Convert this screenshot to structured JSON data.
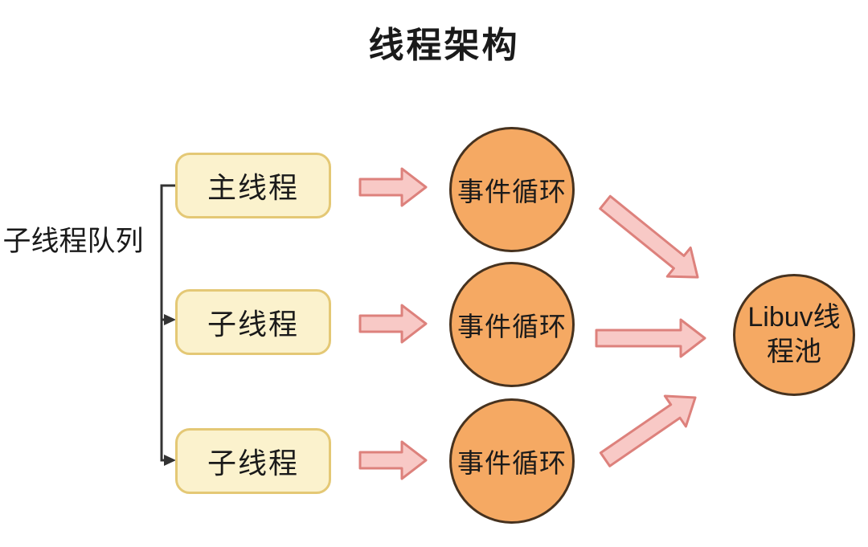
{
  "title": "线程架构",
  "queue_label": "子线程队列",
  "threads": [
    {
      "label": "主线程"
    },
    {
      "label": "子线程"
    },
    {
      "label": "子线程"
    }
  ],
  "event_loops": [
    {
      "label": "事件循环"
    },
    {
      "label": "事件循环"
    },
    {
      "label": "事件循环"
    }
  ],
  "pool": {
    "label_lines": [
      "Libuv线",
      "程池"
    ]
  },
  "colors": {
    "background": "#FFFFFF",
    "text": "#1A1A1A",
    "box_fill": "#FBF2CD",
    "box_border": "#E4C875",
    "circle_fill": "#F5A963",
    "circle_border": "#46321F",
    "arrow_fill": "#F8C9C6",
    "arrow_border": "#DD817C",
    "connector": "#333333"
  }
}
